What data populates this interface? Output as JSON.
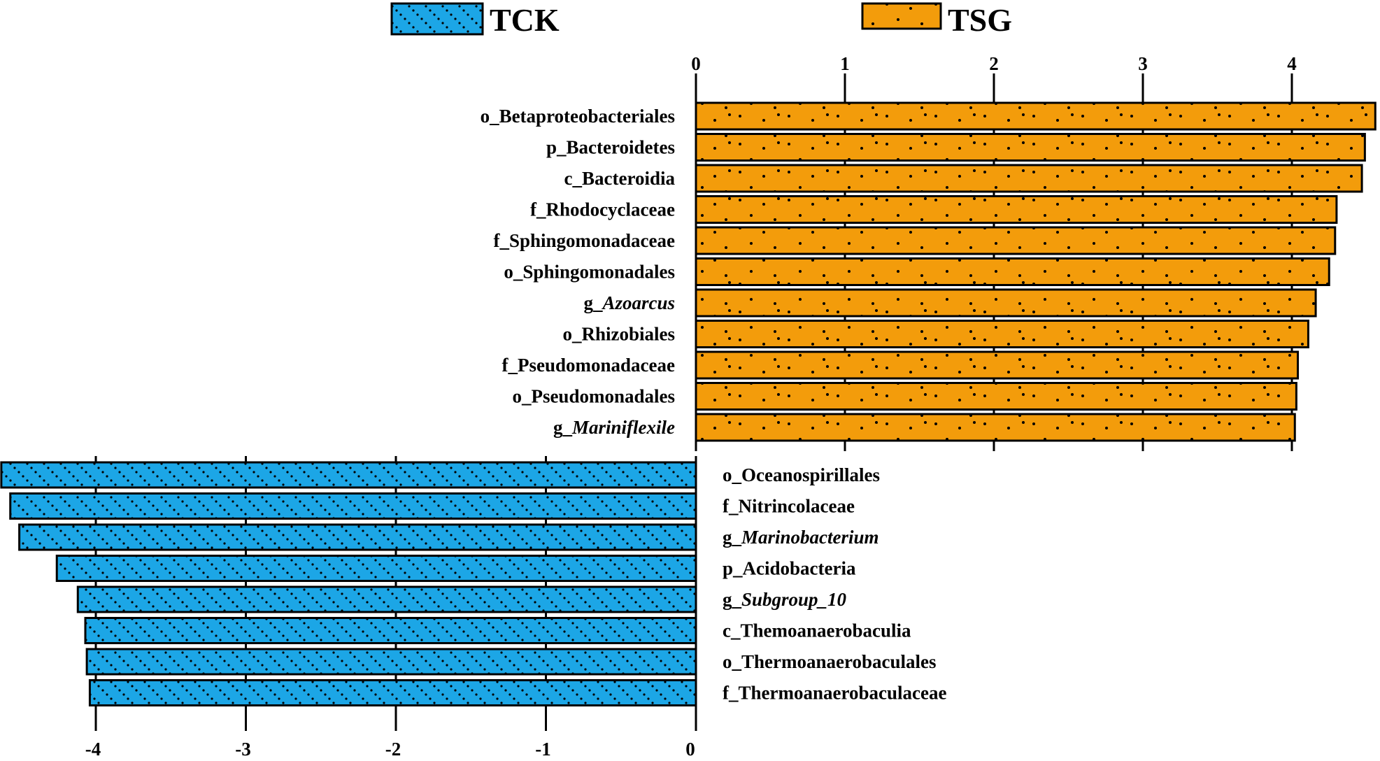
{
  "colors": {
    "tck": "#1ca6e6",
    "tsg": "#f39c0b",
    "outline": "#000000"
  },
  "chart_data": {
    "type": "bar",
    "orientation": "horizontal",
    "legend": [
      {
        "name": "TCK",
        "color": "#1ca6e6",
        "pattern": "diagonal-dots"
      },
      {
        "name": "TSG",
        "color": "#f39c0b",
        "pattern": "scattered-dots"
      }
    ],
    "legend_position": "top",
    "grid": true,
    "series": [
      {
        "name": "TSG",
        "axis_ticks": [
          "0",
          "1",
          "2",
          "3",
          "4"
        ],
        "xlim": [
          0,
          4.55
        ],
        "data": [
          {
            "prefix": "o_",
            "name": "Betaproteobacteriales",
            "italic": false,
            "value": 4.56
          },
          {
            "prefix": "p_",
            "name": "Bacteroidetes",
            "italic": false,
            "value": 4.49
          },
          {
            "prefix": "c_",
            "name": "Bacteroidia",
            "italic": false,
            "value": 4.47
          },
          {
            "prefix": "f_",
            "name": "Rhodocyclaceae",
            "italic": false,
            "value": 4.3
          },
          {
            "prefix": "f_",
            "name": "Sphingomonadaceae",
            "italic": false,
            "value": 4.29
          },
          {
            "prefix": "o_",
            "name": "Sphingomonadales",
            "italic": false,
            "value": 4.25
          },
          {
            "prefix": "g_",
            "name": "Azoarcus",
            "italic": true,
            "value": 4.16
          },
          {
            "prefix": "o_",
            "name": "Rhizobiales",
            "italic": false,
            "value": 4.11
          },
          {
            "prefix": "f_",
            "name": "Pseudomonadaceae",
            "italic": false,
            "value": 4.04
          },
          {
            "prefix": "o_",
            "name": "Pseudomonadales",
            "italic": false,
            "value": 4.03
          },
          {
            "prefix": "g_",
            "name": "Mariniflexile",
            "italic": true,
            "value": 4.02
          }
        ]
      },
      {
        "name": "TCK",
        "axis_ticks": [
          "-4",
          "-3",
          "-2",
          "-1",
          "0"
        ],
        "xlim": [
          -4.6,
          0
        ],
        "data": [
          {
            "prefix": "o_",
            "name": "Oceanospirillales",
            "italic": false,
            "value": -4.63
          },
          {
            "prefix": "f_",
            "name": "Nitrincolaceae",
            "italic": false,
            "value": -4.57
          },
          {
            "prefix": "g_",
            "name": "Marinobacterium",
            "italic": true,
            "value": -4.51
          },
          {
            "prefix": "p_",
            "name": "Acidobacteria",
            "italic": false,
            "value": -4.26
          },
          {
            "prefix": "g_",
            "name": "Subgroup_10",
            "italic": true,
            "value": -4.12
          },
          {
            "prefix": "c_",
            "name": "Themoanaerobaculia",
            "italic": false,
            "value": -4.07
          },
          {
            "prefix": "o_",
            "name": "Thermoanaerobaculales",
            "italic": false,
            "value": -4.06
          },
          {
            "prefix": "f_",
            "name": "Thermoanaerobaculaceae",
            "italic": false,
            "value": -4.04
          }
        ]
      }
    ]
  }
}
